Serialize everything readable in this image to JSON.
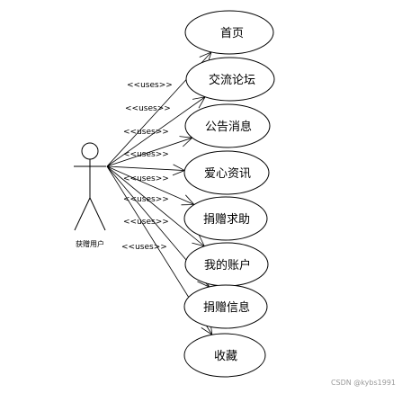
{
  "actor": {
    "label": "获赠用户"
  },
  "relation_label": "<<uses>>",
  "use_cases": [
    {
      "label": "首页"
    },
    {
      "label": "交流论坛"
    },
    {
      "label": "公告消息"
    },
    {
      "label": "爱心资讯"
    },
    {
      "label": "捐赠求助"
    },
    {
      "label": "我的账户"
    },
    {
      "label": "捐赠信息"
    },
    {
      "label": "收藏"
    }
  ],
  "watermark": "CSDN @kybs1991"
}
